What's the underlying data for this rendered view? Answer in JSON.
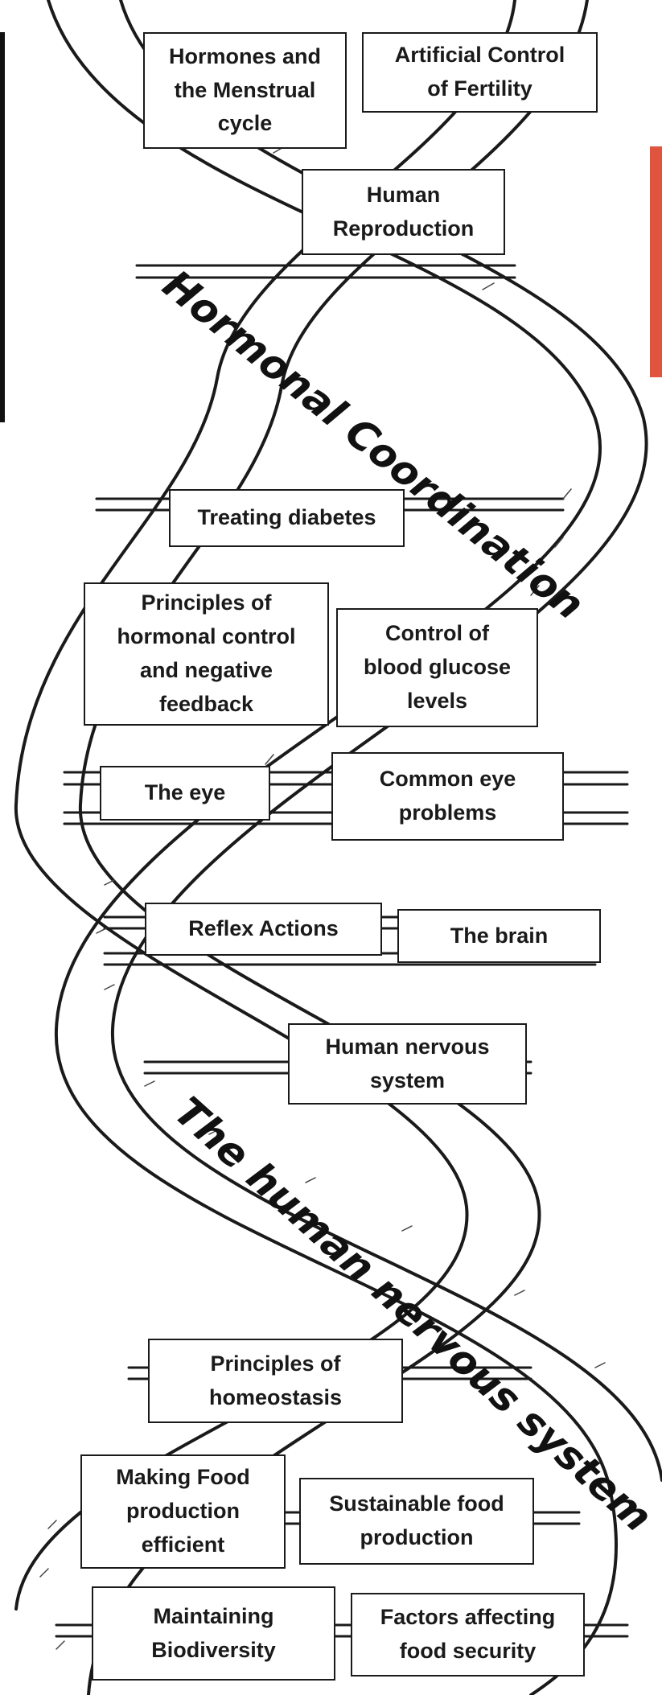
{
  "colors": {
    "ink": "#1a1a1a",
    "background": "#ffffff",
    "left_bar": "#111111",
    "right_bar": "#e0533f"
  },
  "bands": {
    "hormonal": "Hormonal Coordination",
    "nervous": "The human nervous system"
  },
  "topics": {
    "hormones_menstrual": "Hormones and\nthe Menstrual\ncycle",
    "artificial_fertility": "Artificial Control\nof Fertility",
    "human_reproduction": "Human\nReproduction",
    "treating_diabetes": "Treating diabetes",
    "hormonal_control": "Principles of\nhormonal control\nand negative\nfeedback",
    "blood_glucose": "Control of\nblood glucose\nlevels",
    "the_eye": "The eye",
    "eye_problems": "Common eye\nproblems",
    "reflex_actions": "Reflex Actions",
    "the_brain": "The brain",
    "nervous_system": "Human nervous\nsystem",
    "homeostasis": "Principles of\nhomeostasis",
    "food_efficient": "Making Food\nproduction\nefficient",
    "sustainable_food": "Sustainable food\nproduction",
    "biodiversity": "Maintaining\nBiodiversity",
    "food_security": "Factors affecting\nfood security"
  }
}
